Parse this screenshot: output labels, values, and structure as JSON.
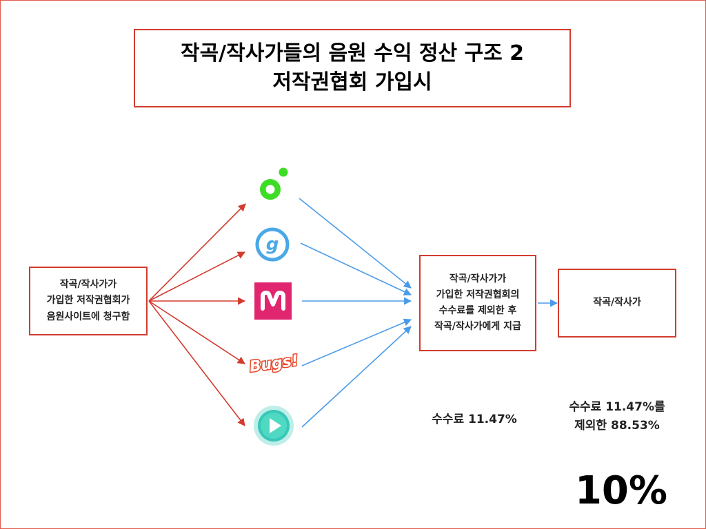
{
  "title": {
    "line1": "작곡/작사가들의 음원 수익 정산 구조 2",
    "line2": "저작권협회 가입시"
  },
  "boxes": {
    "request": [
      "작곡/작사가가",
      "가입한 저작권협회가",
      "음원사이트에 청구함"
    ],
    "settlement": [
      "작곡/작사가가",
      "가입한 저작권협회의",
      "수수료를 제외한 후",
      "작곡/작사가에게 지급"
    ],
    "author": [
      "작곡/작사가"
    ]
  },
  "fees": {
    "left": "수수료 11.47%",
    "right_line1": "수수료 11.47%를",
    "right_line2": "제외한 88.53%"
  },
  "big_percent": "10%",
  "services": [
    {
      "icon": "melon-icon",
      "color": "#3ddc25"
    },
    {
      "icon": "genie-icon",
      "color": "#4aa8e8"
    },
    {
      "icon": "mnet-icon",
      "color": "#e0266f"
    },
    {
      "icon": "bugs-icon",
      "color": "#e8482a"
    },
    {
      "icon": "play-icon",
      "color": "#38c7b8"
    }
  ],
  "colors": {
    "request_arrow": "#d23b2e",
    "payment_arrow": "#4a9be8",
    "box_border": "#d23b2e"
  }
}
